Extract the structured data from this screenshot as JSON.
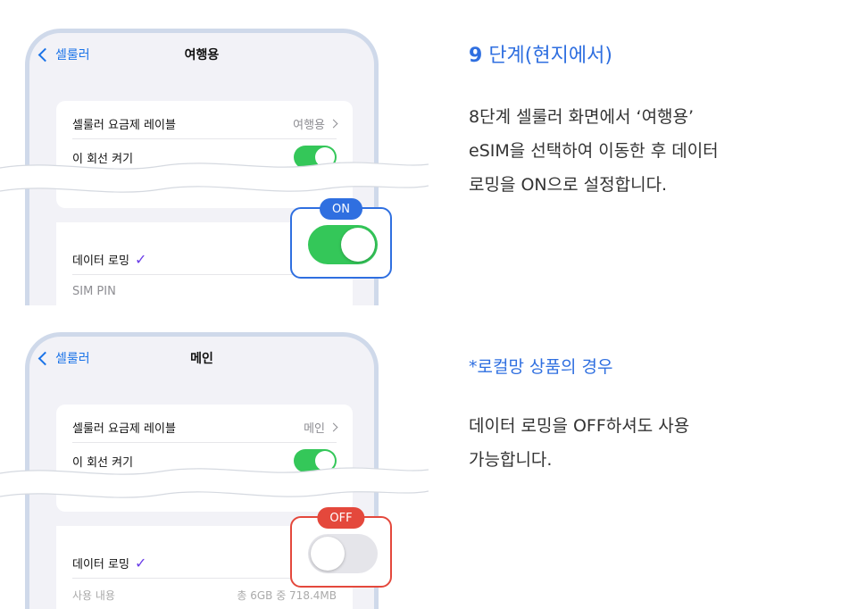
{
  "screen1": {
    "back_label": "셀룰러",
    "title": "여행용",
    "rows": {
      "plan_label": "셀룰러 요금제 레이블",
      "plan_value": "여행용",
      "line_label": "이 회선 켜기",
      "data_roaming_label": "데이터 로밍",
      "sim_pin_label": "SIM PIN"
    },
    "callout": {
      "badge": "ON",
      "state": "on"
    }
  },
  "screen2": {
    "back_label": "셀룰러",
    "title": "메인",
    "rows": {
      "plan_label": "셀룰러 요금제 레이블",
      "plan_value": "메인",
      "line_label": "이 회선 켜기",
      "data_roaming_label": "데이터 로밍",
      "usage_label": "사용 내용",
      "usage_value": "총 6GB 중 718.4MB"
    },
    "callout": {
      "badge": "OFF",
      "state": "off"
    }
  },
  "step": {
    "number": "9",
    "title": "단계(현지에서)",
    "desc_line1": "8단계 셀룰러 화면에서 ‘여행용’",
    "desc_line2": "eSIM을 선택하여 이동한 후 데이터",
    "desc_line3": "로밍을 ON으로 설정합니다."
  },
  "note": {
    "title": "*로컬망 상품의 경우",
    "line1": "데이터 로밍을 OFF하셔도 사용",
    "line2": "가능합니다."
  },
  "colors": {
    "accent_blue": "#2f6fe0",
    "toggle_green": "#34c759",
    "off_red": "#e4483c",
    "check_purple": "#6a3de8"
  }
}
